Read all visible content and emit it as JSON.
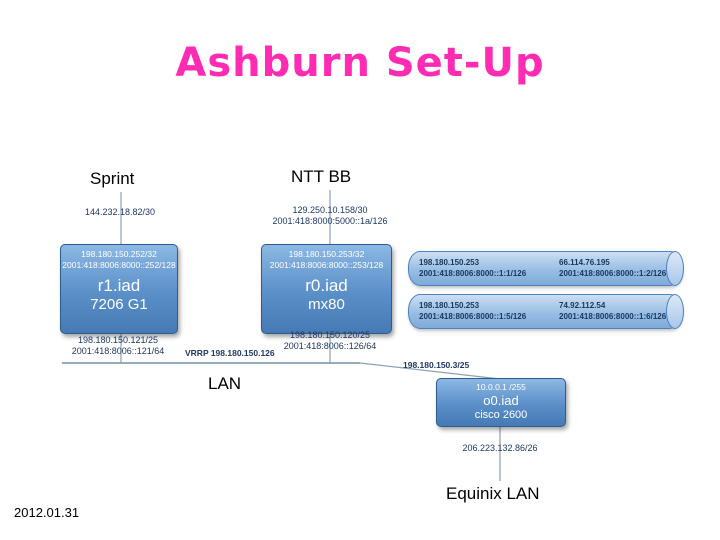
{
  "slide": {
    "title": "Ashburn Set-Up",
    "date": "2012.01.31"
  },
  "colors": {
    "title": "#ff2bb3",
    "node_fill": "#5a8fc8",
    "node_border": "#2d5d8e",
    "ip_text": "#1f3864"
  },
  "uplinks": {
    "sprint": {
      "label": "Sprint",
      "ipv4": "144.232.18.82/30"
    },
    "ntt": {
      "label": "NTT BB",
      "ipv4": "129.250.10.158/30",
      "ipv6": "2001:418:8000:5000::1a/126"
    }
  },
  "routers": {
    "r1": {
      "loopback_v4": "198.180.150.252/32",
      "loopback_v6": "2001:418:8006:8000::252/128",
      "name": "r1.iad",
      "model": "7206 G1",
      "lan_v4": "198.180.150.121/25",
      "lan_v6": "2001:418:8006::121/64"
    },
    "r0": {
      "loopback_v4": "198.180.150.253/32",
      "loopback_v6": "2001:418:8006:8000::253/128",
      "name": "r0.iad",
      "model": "mx80",
      "lan_v4": "198.180.150.120/25",
      "lan_v6": "2001:418:8006::126/64"
    },
    "o0": {
      "ip": "10.0.0.1 /255",
      "name": "o0.iad",
      "model": "cisco 2600"
    }
  },
  "tunnels": [
    {
      "local_v4": "198.180.150.253",
      "local_v6": "2001:418:8006:8000::1:1/126",
      "remote_v4": "66.114.76.195",
      "remote_v6": "2001:418:8006:8000::1:2/126"
    },
    {
      "local_v4": "198.180.150.253",
      "local_v6": "2001:418:8006:8000::1:5/126",
      "remote_v4": "74.92.112.54",
      "remote_v6": "2001:418:8006:8000::1:6/126"
    }
  ],
  "lan": {
    "label": "LAN",
    "vrrp": "VRRP 198.180.150.126",
    "o0_link_v4": "198.180.150.3/25"
  },
  "equinix": {
    "label": "Equinix LAN",
    "ipv4": "206.223.132.86/26"
  }
}
